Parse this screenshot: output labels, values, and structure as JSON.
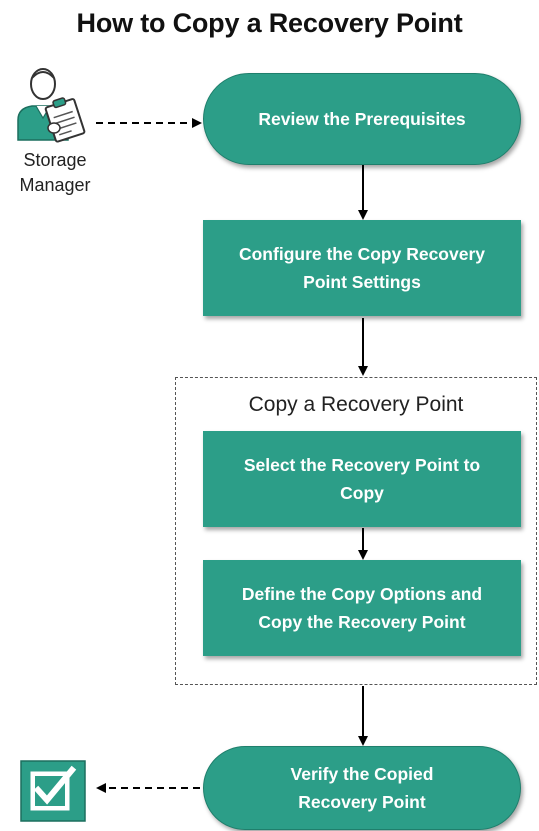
{
  "title": "How to Copy a Recovery Point",
  "actor": {
    "label_line1": "Storage",
    "label_line2": "Manager",
    "icon": "storage-manager-clipboard-icon"
  },
  "steps": [
    {
      "id": "review",
      "label": "Review the Prerequisites",
      "shape": "pill"
    },
    {
      "id": "configure",
      "label_line1": "Configure the Copy Recovery",
      "label_line2": "Point Settings",
      "shape": "rect"
    },
    {
      "id": "select",
      "label_line1": "Select the Recovery Point to",
      "label_line2": "Copy",
      "shape": "rect"
    },
    {
      "id": "define",
      "label_line1": "Define the Copy Options and",
      "label_line2": "Copy the Recovery Point",
      "shape": "rect"
    },
    {
      "id": "verify",
      "label_line1": "Verify the Copied",
      "label_line2": "Recovery Point",
      "shape": "pill"
    }
  ],
  "group": {
    "title": "Copy a Recovery Point"
  },
  "end_icon": "checkbox-checked-icon",
  "colors": {
    "step_fill": "#2c9e88",
    "arrow": "#000000"
  }
}
